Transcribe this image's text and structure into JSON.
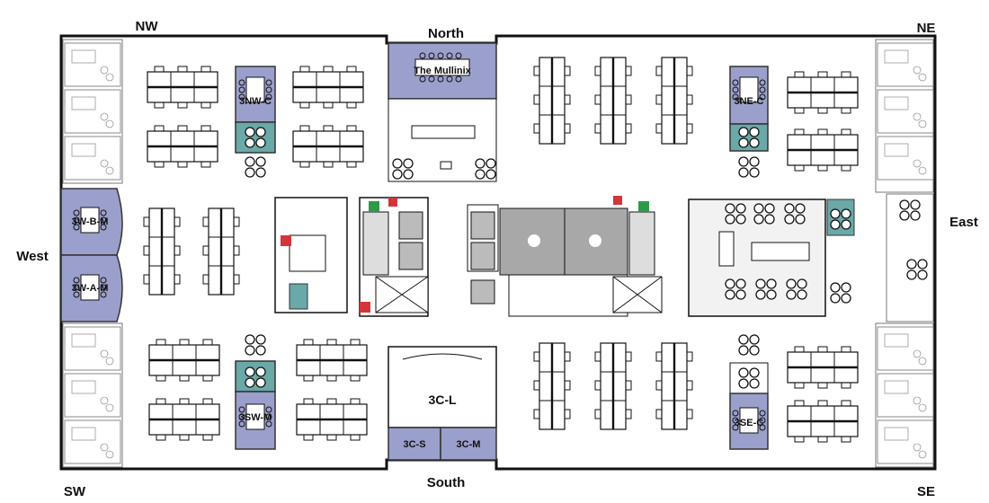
{
  "map": {
    "compass": {
      "nw": "NW",
      "north": "North",
      "ne": "NE",
      "west": "West",
      "east": "East",
      "sw": "SW",
      "south": "South",
      "se": "SE"
    },
    "rooms": {
      "mullinix": "The Mullinix",
      "nw_room": "3NW-C",
      "ne_room": "3NE-C",
      "west_b": "3W-B-M",
      "west_a": "3W-A-M",
      "sw_room": "3SW-M",
      "se_room": "3SE-C",
      "c_l": "3C-L",
      "c_s": "3C-S",
      "c_m": "3C-M"
    }
  }
}
